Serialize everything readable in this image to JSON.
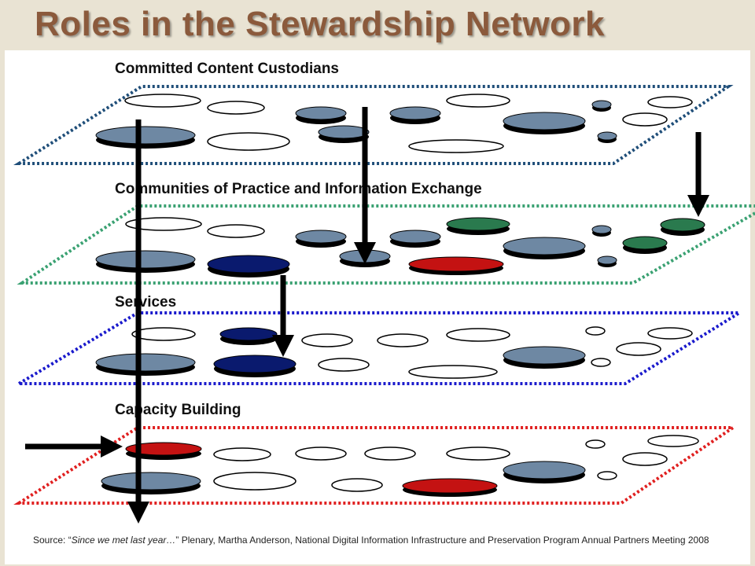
{
  "title": "Roles in the Stewardship Network",
  "layers": [
    {
      "label": "Committed Content Custodians",
      "color": "#1f4e79"
    },
    {
      "label": "Communities of Practice and Information Exchange",
      "color": "#3aa172"
    },
    {
      "label": "Services",
      "color": "#1a1acc"
    },
    {
      "label": "Capacity Building",
      "color": "#e02020"
    }
  ],
  "colors": {
    "steel": "#6e88a3",
    "navy": "#0a1a6e",
    "green": "#2a7a4e",
    "red": "#c41212",
    "arrow": "#000000"
  },
  "source": {
    "prefix": "Source: “",
    "italic": "Since we met last year…",
    "suffix": "” Plenary, Martha Anderson, National Digital Information Infrastructure and  Preservation Program Annual Partners Meeting 2008"
  }
}
